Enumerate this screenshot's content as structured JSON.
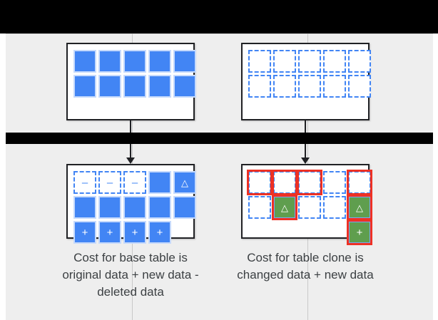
{
  "colors": {
    "blue_fill": "#4285f4",
    "blue_dash": "#4285f4",
    "green_fill": "#5f9e4e",
    "red_highlight": "#ee3124",
    "background": "#eeeeee",
    "bar": "#000000",
    "text": "#3c4043"
  },
  "glyphs": {
    "minus": "–",
    "plus": "+",
    "triangle": "△"
  },
  "diagram": {
    "base": {
      "top_table": {
        "name": "base-table-original",
        "rows": [
          [
            {
              "style": "solid",
              "glyph": "",
              "highlight": false
            },
            {
              "style": "solid",
              "glyph": "",
              "highlight": false
            },
            {
              "style": "solid",
              "glyph": "",
              "highlight": false
            },
            {
              "style": "solid",
              "glyph": "",
              "highlight": false
            },
            {
              "style": "solid",
              "glyph": "",
              "highlight": false
            }
          ],
          [
            {
              "style": "solid",
              "glyph": "",
              "highlight": false
            },
            {
              "style": "solid",
              "glyph": "",
              "highlight": false
            },
            {
              "style": "solid",
              "glyph": "",
              "highlight": false
            },
            {
              "style": "solid",
              "glyph": "",
              "highlight": false
            },
            {
              "style": "solid",
              "glyph": "",
              "highlight": false
            }
          ]
        ]
      },
      "bottom_table": {
        "name": "base-table-after-changes",
        "rows": [
          [
            {
              "style": "dashed",
              "glyph": "–",
              "highlight": false
            },
            {
              "style": "dashed",
              "glyph": "–",
              "highlight": false
            },
            {
              "style": "dashed",
              "glyph": "–",
              "highlight": false
            },
            {
              "style": "solid",
              "glyph": "",
              "highlight": false
            },
            {
              "style": "solid",
              "glyph": "△",
              "highlight": false
            }
          ],
          [
            {
              "style": "solid",
              "glyph": "",
              "highlight": false
            },
            {
              "style": "solid",
              "glyph": "",
              "highlight": false
            },
            {
              "style": "solid",
              "glyph": "",
              "highlight": false
            },
            {
              "style": "solid",
              "glyph": "",
              "highlight": false
            },
            {
              "style": "solid",
              "glyph": "",
              "highlight": false
            }
          ],
          [
            {
              "style": "solid",
              "glyph": "+",
              "highlight": false
            },
            {
              "style": "solid",
              "glyph": "+",
              "highlight": false
            },
            {
              "style": "solid",
              "glyph": "+",
              "highlight": false
            },
            {
              "style": "solid",
              "glyph": "+",
              "highlight": false
            },
            {
              "style": "empty",
              "glyph": "",
              "highlight": false
            }
          ]
        ]
      },
      "caption": "Cost for base table is original data + new data - deleted data"
    },
    "clone": {
      "top_table": {
        "name": "table-clone-original",
        "rows": [
          [
            {
              "style": "dashed",
              "glyph": "",
              "highlight": false
            },
            {
              "style": "dashed",
              "glyph": "",
              "highlight": false
            },
            {
              "style": "dashed",
              "glyph": "",
              "highlight": false
            },
            {
              "style": "dashed",
              "glyph": "",
              "highlight": false
            },
            {
              "style": "dashed",
              "glyph": "",
              "highlight": false
            }
          ],
          [
            {
              "style": "dashed",
              "glyph": "",
              "highlight": false
            },
            {
              "style": "dashed",
              "glyph": "",
              "highlight": false
            },
            {
              "style": "dashed",
              "glyph": "",
              "highlight": false
            },
            {
              "style": "dashed",
              "glyph": "",
              "highlight": false
            },
            {
              "style": "dashed",
              "glyph": "",
              "highlight": false
            }
          ]
        ]
      },
      "bottom_table": {
        "name": "table-clone-after-changes",
        "rows": [
          [
            {
              "style": "dashed",
              "glyph": "",
              "highlight": true
            },
            {
              "style": "dashed",
              "glyph": "",
              "highlight": true
            },
            {
              "style": "dashed",
              "glyph": "",
              "highlight": true
            },
            {
              "style": "dashed",
              "glyph": "",
              "highlight": false
            },
            {
              "style": "dashed",
              "glyph": "",
              "highlight": true
            }
          ],
          [
            {
              "style": "dashed",
              "glyph": "",
              "highlight": false
            },
            {
              "style": "green",
              "glyph": "△",
              "highlight": true
            },
            {
              "style": "dashed",
              "glyph": "",
              "highlight": false
            },
            {
              "style": "dashed",
              "glyph": "",
              "highlight": false
            },
            {
              "style": "green",
              "glyph": "△",
              "highlight": true
            }
          ],
          [
            {
              "style": "empty",
              "glyph": "",
              "highlight": false
            },
            {
              "style": "empty",
              "glyph": "",
              "highlight": false
            },
            {
              "style": "empty",
              "glyph": "",
              "highlight": false
            },
            {
              "style": "empty",
              "glyph": "",
              "highlight": false
            },
            {
              "style": "green",
              "glyph": "+",
              "highlight": true
            }
          ]
        ]
      },
      "caption": "Cost for table clone is changed data + new data"
    }
  }
}
